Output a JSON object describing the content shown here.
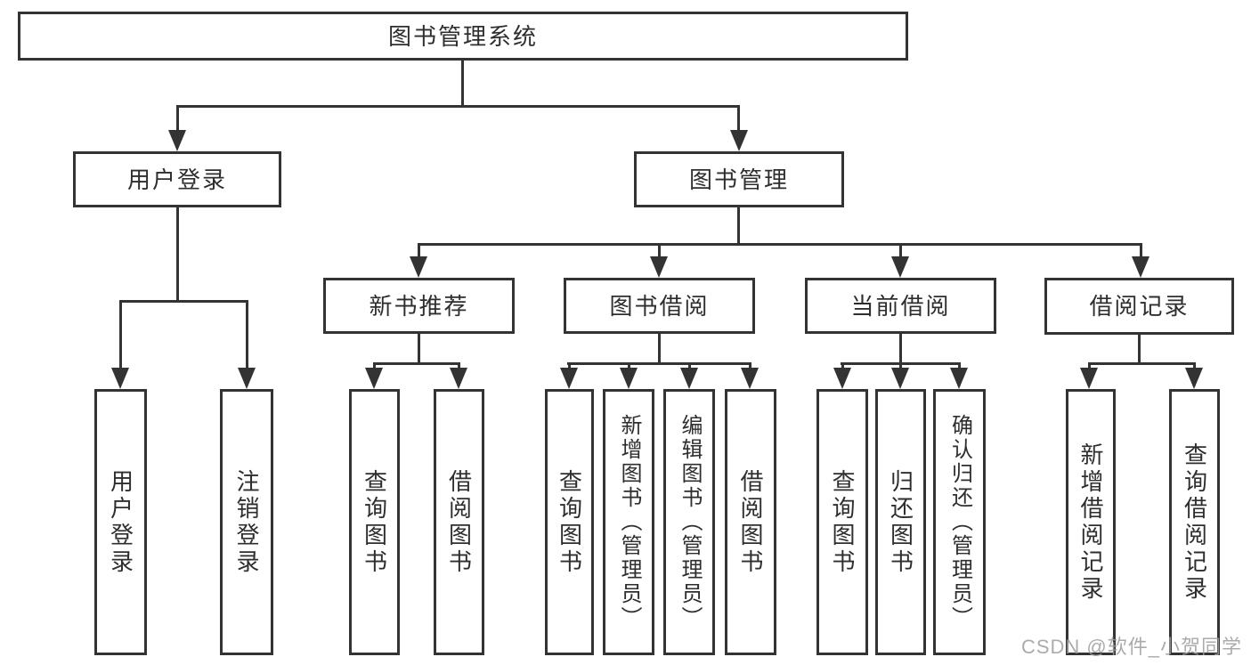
{
  "diagram": {
    "type": "hierarchy-tree",
    "colors": {
      "line": "#333333",
      "box_border": "#333333",
      "box_background": "#ffffff",
      "text": "#2e2e2e",
      "watermark": "#9d9d9d"
    }
  },
  "tree": {
    "label": "图书管理系统",
    "children": [
      {
        "label": "用户登录",
        "children": [
          {
            "label": "用户登录"
          },
          {
            "label": "注销登录"
          }
        ]
      },
      {
        "label": "图书管理",
        "children": [
          {
            "label": "新书推荐",
            "children": [
              {
                "label": "查询图书"
              },
              {
                "label": "借阅图书"
              }
            ]
          },
          {
            "label": "图书借阅",
            "children": [
              {
                "label": "查询图书"
              },
              {
                "label": "新增图书（管理员）"
              },
              {
                "label": "编辑图书（管理员）"
              },
              {
                "label": "借阅图书"
              }
            ]
          },
          {
            "label": "当前借阅",
            "children": [
              {
                "label": "查询图书"
              },
              {
                "label": "归还图书"
              },
              {
                "label": "确认归还（管理员）"
              }
            ]
          },
          {
            "label": "借阅记录",
            "children": [
              {
                "label": "新增借阅记录"
              },
              {
                "label": "查询借阅记录"
              }
            ]
          }
        ]
      }
    ]
  },
  "watermark": {
    "text": "CSDN @软件_小贺同学"
  }
}
